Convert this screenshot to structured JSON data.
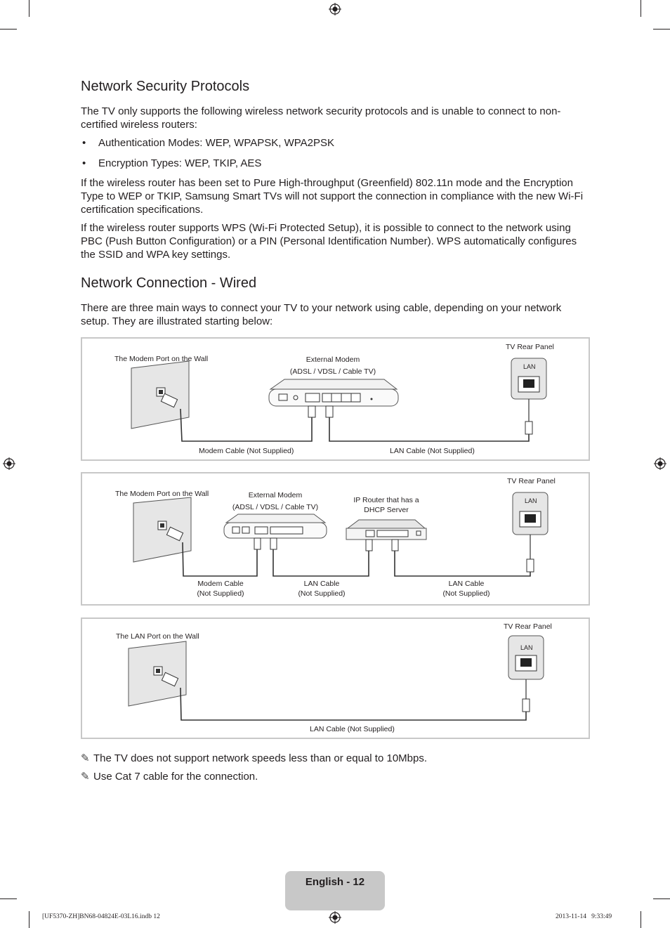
{
  "sections": {
    "security": {
      "title": "Network Security Protocols",
      "intro": "The TV only supports the following wireless network security protocols and is unable to connect to non-certified wireless routers:",
      "bullets": [
        "Authentication Modes: WEP, WPAPSK, WPA2PSK",
        "Encryption Types: WEP, TKIP, AES"
      ],
      "para2": "If the wireless router has been set to Pure High-throughput (Greenfield) 802.11n mode and the Encryption Type to WEP or TKIP, Samsung Smart TVs will not support the connection in compliance with the new Wi-Fi certification specifications.",
      "para3": "If the wireless router supports WPS (Wi-Fi Protected Setup), it is possible to connect to the network using PBC (Push Button Configuration) or a PIN (Personal Identification Number). WPS automatically configures the SSID and WPA key settings."
    },
    "wired": {
      "title": "Network Connection - Wired",
      "intro": "There are three main ways to connect your TV to your network using cable, depending on your network setup. They are illustrated starting below:"
    }
  },
  "diagrams": {
    "d1": {
      "wall": "The Modem Port on the Wall",
      "modem_line1": "External Modem",
      "modem_line2": "(ADSL / VDSL / Cable TV)",
      "tv": "TV Rear Panel",
      "lan": "LAN",
      "cable1": "Modem Cable (Not Supplied)",
      "cable2": "LAN Cable (Not Supplied)"
    },
    "d2": {
      "wall": "The Modem Port on the Wall",
      "modem_line1": "External Modem",
      "modem_line2": "(ADSL / VDSL / Cable TV)",
      "router_line1": "IP Router that has a",
      "router_line2": "DHCP Server",
      "tv": "TV Rear Panel",
      "lan": "LAN",
      "cable1_line1": "Modem Cable",
      "cable1_line2": "(Not Supplied)",
      "cable2_line1": "LAN Cable",
      "cable2_line2": "(Not Supplied)",
      "cable3_line1": "LAN Cable",
      "cable3_line2": "(Not Supplied)"
    },
    "d3": {
      "wall": "The LAN Port on the Wall",
      "tv": "TV Rear Panel",
      "lan": "LAN",
      "cable": "LAN Cable (Not Supplied)"
    }
  },
  "notes": [
    "The TV does not support network speeds less than or equal to 10Mbps.",
    "Use Cat 7 cable for the connection."
  ],
  "note_icon": "pencil-note-icon",
  "footer": {
    "page_label": "English - 12",
    "file_info": "[UF5370-ZH]BN68-04824E-03L16.indb   12",
    "timestamp": "2013-11-14     9:33:49"
  }
}
